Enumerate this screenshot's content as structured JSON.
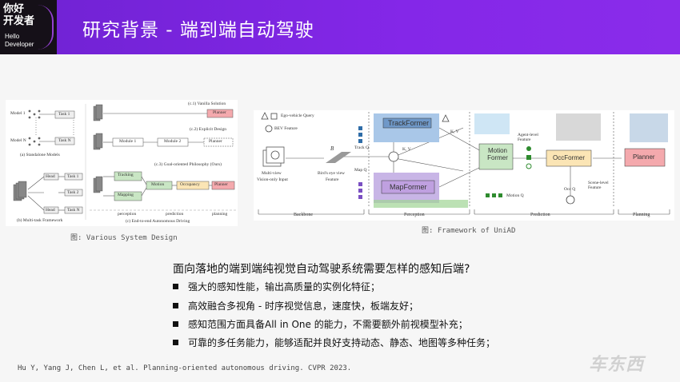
{
  "logo": {
    "line1": "你好",
    "line2": "开发者",
    "line3": "Hello",
    "line4": "Developer"
  },
  "title": "研究背景 - 端到端自动驾驶",
  "left_figure": {
    "caption": "图: Various System Design",
    "labels": {
      "model1": "Model 1",
      "modelN": "Model N",
      "task1a": "Task 1",
      "taskNa": "Task N",
      "standalone": "(a) Standalone Models",
      "head1": "Head",
      "headN": "Head",
      "task1b": "Task 1",
      "task2b": "Task 2",
      "taskNb": "Task N",
      "multitask": "(b) Multi-task Framework",
      "c1": "(c.1) Vanilla Solution",
      "planner1": "Planner",
      "c2": "(c.2) Explicit Design",
      "module1": "Module 1",
      "module2": "Module 2",
      "planner2": "Planner",
      "c3": "(c.3) Goal-oriented Philosophy (Ours)",
      "tracking": "Tracking",
      "motion": "Motion",
      "occupancy": "Occupancy",
      "planner3": "Planner",
      "mapping": "Mapping",
      "perception": "perception",
      "prediction": "prediction",
      "planning": "planning",
      "c_caption": "(c) End-to-end Autonomous Driving"
    }
  },
  "right_figure": {
    "caption": "图: Framework of UniAD",
    "labels": {
      "ego_query": "Ego-vehicle Query",
      "bev_feature": "BEV Feature",
      "multiview": "Multi-view",
      "vision_input": "Vision-only Input",
      "b_symbol": "B",
      "birds_eye": "Bird's eye view",
      "feature": "Feature",
      "trackformer": "TrackFormer",
      "mapformer": "MapFormer",
      "track_q": "Track Q",
      "map_q": "Map Q",
      "kv1": "K, V",
      "kv2": "K, V",
      "motion_former": "Motion Former",
      "motion_q": "Motion Q",
      "agent_feature": "Agent-level Feature",
      "occformer": "OccFormer",
      "scene_feature": "Scene-level Feature",
      "occ_q": "Occ Q",
      "planner": "Planner",
      "backbone": "Backbone",
      "perception": "Perception",
      "prediction": "Prediction",
      "planning": "Planning"
    }
  },
  "question": "面向落地的端到端纯视觉自动驾驶系统需要怎样的感知后端?",
  "bullets": [
    "强大的感知性能，输出高质量的实例化特征；",
    "高效融合多视角 - 时序视觉信息，速度快，板端友好；",
    "感知范围方面具备All in One 的能力，不需要额外前视模型补充；",
    "可靠的多任务能力，能够适配并良好支持动态、静态、地图等多种任务；"
  ],
  "citation": "Hu Y, Yang J, Chen L, et al. Planning-oriented autonomous driving. CVPR 2023.",
  "watermark": "车东西",
  "colors": {
    "header": "#7b24de",
    "trackformer": "#a9c7e8",
    "mapformer": "#c8b5e6",
    "motion": "#c9e6c4",
    "occformer": "#fbe5b5",
    "planner": "#f4a9ad"
  }
}
